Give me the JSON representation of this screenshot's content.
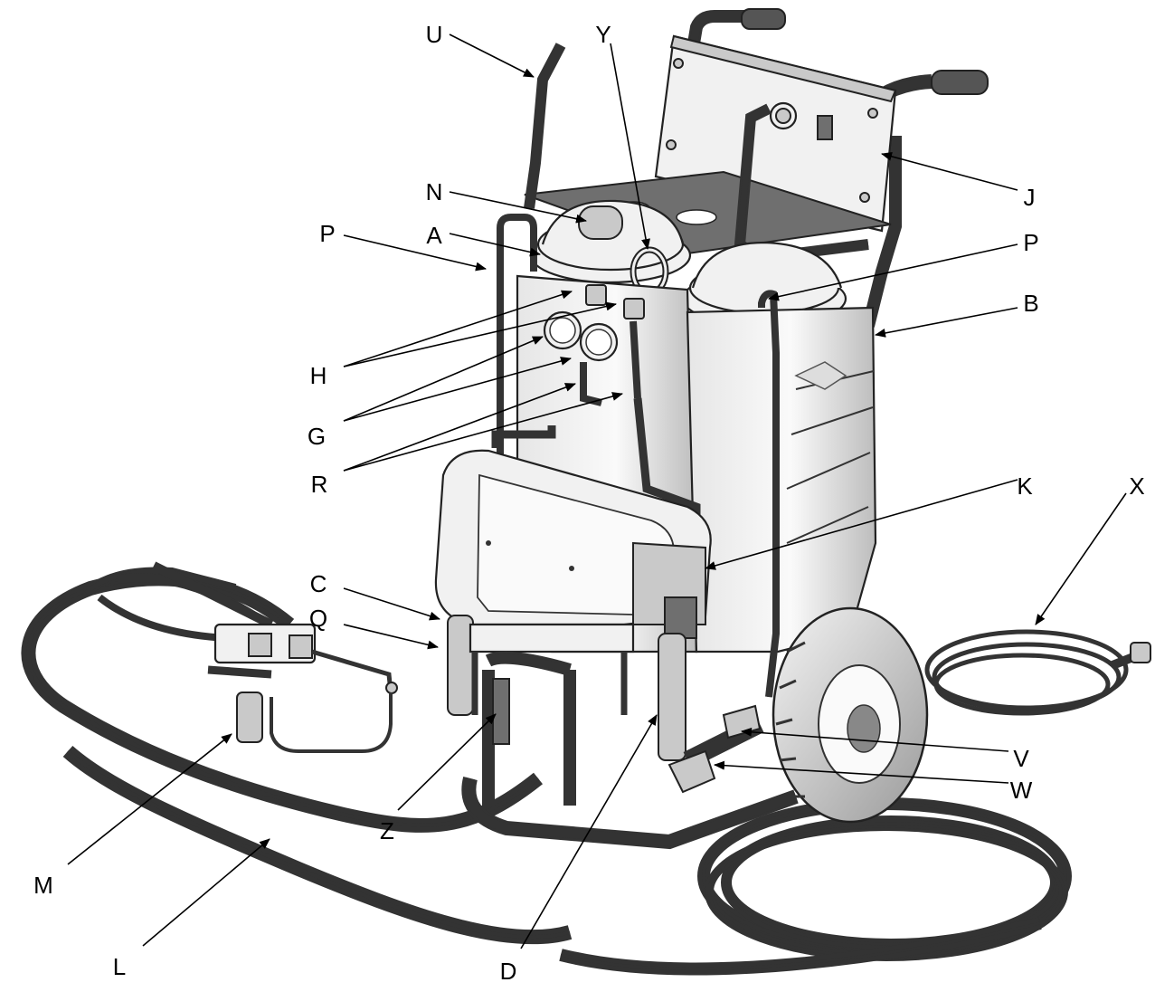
{
  "callouts": [
    {
      "id": "u",
      "text": "U"
    },
    {
      "id": "y",
      "text": "Y"
    },
    {
      "id": "n",
      "text": "N"
    },
    {
      "id": "j",
      "text": "J"
    },
    {
      "id": "p1",
      "text": "P"
    },
    {
      "id": "a",
      "text": "A"
    },
    {
      "id": "p2",
      "text": "P"
    },
    {
      "id": "b",
      "text": "B"
    },
    {
      "id": "h",
      "text": "H"
    },
    {
      "id": "g",
      "text": "G"
    },
    {
      "id": "r",
      "text": "R"
    },
    {
      "id": "k",
      "text": "K"
    },
    {
      "id": "x",
      "text": "X"
    },
    {
      "id": "c",
      "text": "C"
    },
    {
      "id": "q",
      "text": "Q"
    },
    {
      "id": "v",
      "text": "V"
    },
    {
      "id": "w",
      "text": "W"
    },
    {
      "id": "z",
      "text": "Z"
    },
    {
      "id": "m",
      "text": "M"
    },
    {
      "id": "l",
      "text": "L"
    },
    {
      "id": "d",
      "text": "D"
    }
  ],
  "colors": {
    "line": "#000000",
    "body": "#f1f1f1",
    "shade": "#c9c9c9",
    "dark": "#6f6f6f",
    "hose": "#555555"
  }
}
